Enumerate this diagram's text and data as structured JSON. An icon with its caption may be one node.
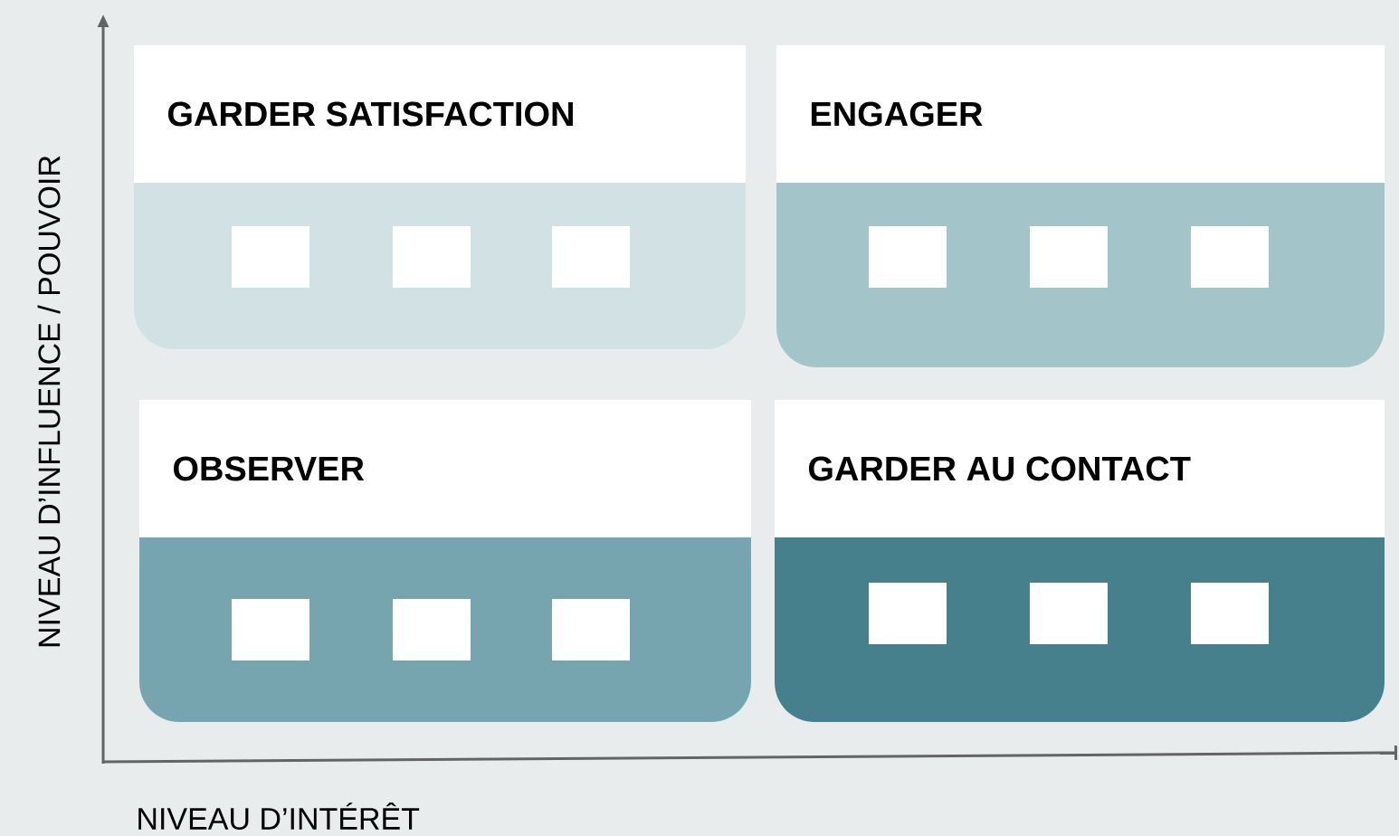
{
  "diagram": {
    "nodes": [
      {
        "text": [
          "GARDER SATISFACTION"
        ]
      },
      {
        "text": [
          "ENGAGER"
        ]
      },
      {
        "text": [
          "OBSERVER"
        ]
      },
      {
        "text": [
          "GARDER AU CONTACT"
        ]
      },
      {
        "text": [],
        "shape": "box",
        "in": 0
      },
      {
        "text": [],
        "shape": "box",
        "in": 0
      },
      {
        "text": [],
        "shape": "box",
        "in": 0
      },
      {
        "text": [],
        "shape": "box",
        "in": 1
      },
      {
        "text": [],
        "shape": "box",
        "in": 1
      },
      {
        "text": [],
        "shape": "box",
        "in": 1
      },
      {
        "text": [],
        "shape": "box",
        "in": 2
      },
      {
        "text": [],
        "shape": "box",
        "in": 2
      },
      {
        "text": [],
        "shape": "box",
        "in": 2
      },
      {
        "text": [],
        "shape": "box",
        "in": 3
      },
      {
        "text": [],
        "shape": "box",
        "in": 3
      },
      {
        "text": [],
        "shape": "box",
        "in": 3
      }
    ],
    "labels": [
      "NIVEAU D’INFLUENCE / POUVOIR",
      "NIVEAU D’INTÉRÊT"
    ]
  }
}
